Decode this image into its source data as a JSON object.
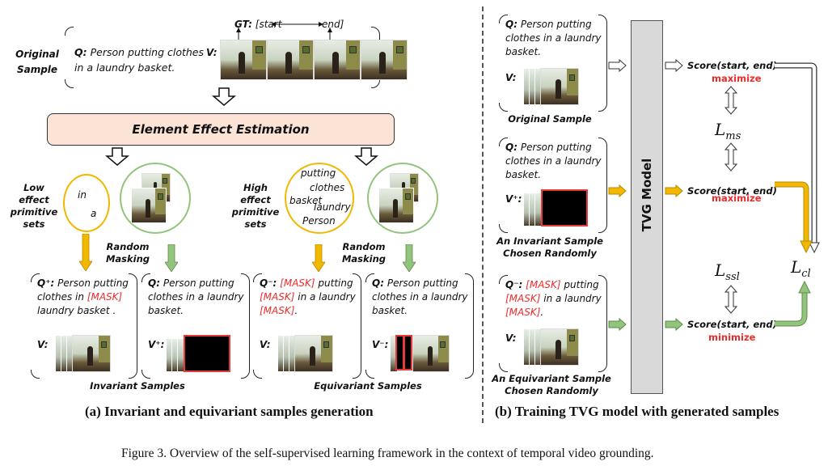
{
  "panel_a": {
    "original_sample_label": "Original Sample",
    "original_query_prefix": "Q:",
    "original_query": "Person putting clothes in a laundry basket.",
    "video_prefix": "V:",
    "gt_label": "GT:",
    "gt_start": "[start",
    "gt_end": "end]",
    "estimation_box": "Element Effect Estimation",
    "low_effect_label": "Low effect primitive sets",
    "low_effect_words": [
      "in",
      "a"
    ],
    "high_effect_label": "High effect primitive sets",
    "high_effect_words": [
      "putting",
      "clothes",
      "basket",
      "laundry",
      "Person"
    ],
    "random_masking_label": "Random Masking",
    "samples": [
      {
        "q_prefix": "Q⁺:",
        "q_parts": [
          {
            "t": "Person putting clothes in ",
            "mask": false
          },
          {
            "t": "[MASK]",
            "mask": true
          },
          {
            "t": " laundry basket .",
            "mask": false
          }
        ],
        "v_prefix": "V:"
      },
      {
        "q_prefix": "Q:",
        "q_parts": [
          {
            "t": "Person putting clothes in a laundry basket.",
            "mask": false
          }
        ],
        "v_prefix": "V⁺:"
      },
      {
        "q_prefix": "Q⁻:",
        "q_parts": [
          {
            "t": "[MASK]",
            "mask": true
          },
          {
            "t": " putting ",
            "mask": false
          },
          {
            "t": "[MASK]",
            "mask": true
          },
          {
            "t": " in a laundry ",
            "mask": false
          },
          {
            "t": "[MASK]",
            "mask": true
          },
          {
            "t": ".",
            "mask": false
          }
        ],
        "v_prefix": "V:"
      },
      {
        "q_prefix": "Q:",
        "q_parts": [
          {
            "t": "Person putting clothes in a laundry basket.",
            "mask": false
          }
        ],
        "v_prefix": "V⁻:"
      }
    ],
    "invariant_label": "Invariant Samples",
    "equivariant_label": "Equivariant Samples",
    "caption": "(a) Invariant and equivariant samples generation"
  },
  "panel_b": {
    "model_label": "TVG Model",
    "inputs": [
      {
        "q_prefix": "Q:",
        "q_parts": [
          {
            "t": "Person putting clothes in a laundry basket.",
            "mask": false
          }
        ],
        "v_prefix": "V:",
        "label": "Original Sample"
      },
      {
        "q_prefix": "Q:",
        "q_parts": [
          {
            "t": "Person putting clothes in a laundry basket.",
            "mask": false
          }
        ],
        "v_prefix": "V⁺:",
        "label": "An Invariant Sample Chosen Randomly"
      },
      {
        "q_prefix": "Q⁻:",
        "q_parts": [
          {
            "t": "[MASK]",
            "mask": true
          },
          {
            "t": " putting ",
            "mask": false
          },
          {
            "t": "[MASK]",
            "mask": true
          },
          {
            "t": " in a laundry ",
            "mask": false
          },
          {
            "t": "[MASK]",
            "mask": true
          },
          {
            "t": ".",
            "mask": false
          }
        ],
        "v_prefix": "V:",
        "label": "An Equivariant Sample Chosen Randomly"
      }
    ],
    "scores": [
      {
        "text": "Score(start, end)",
        "action": "maximize"
      },
      {
        "text": "Score(start, end)",
        "action": "maximize"
      },
      {
        "text": "Score(start, end)",
        "action": "minimize"
      }
    ],
    "loss_ms": "L",
    "loss_ms_sub": "ms",
    "loss_ssl": "L",
    "loss_ssl_sub": "ssl",
    "loss_cl": "L",
    "loss_cl_sub": "cl",
    "caption": "(b) Training TVG model with generated samples"
  },
  "colors": {
    "yellow": "#f2b800",
    "green": "#93c47d",
    "red": "#ee2a2a",
    "box_fill": "#fbe3d6"
  },
  "figure_caption": "Figure 3. Overview of the self-supervised learning framework in the context of temporal video grounding."
}
